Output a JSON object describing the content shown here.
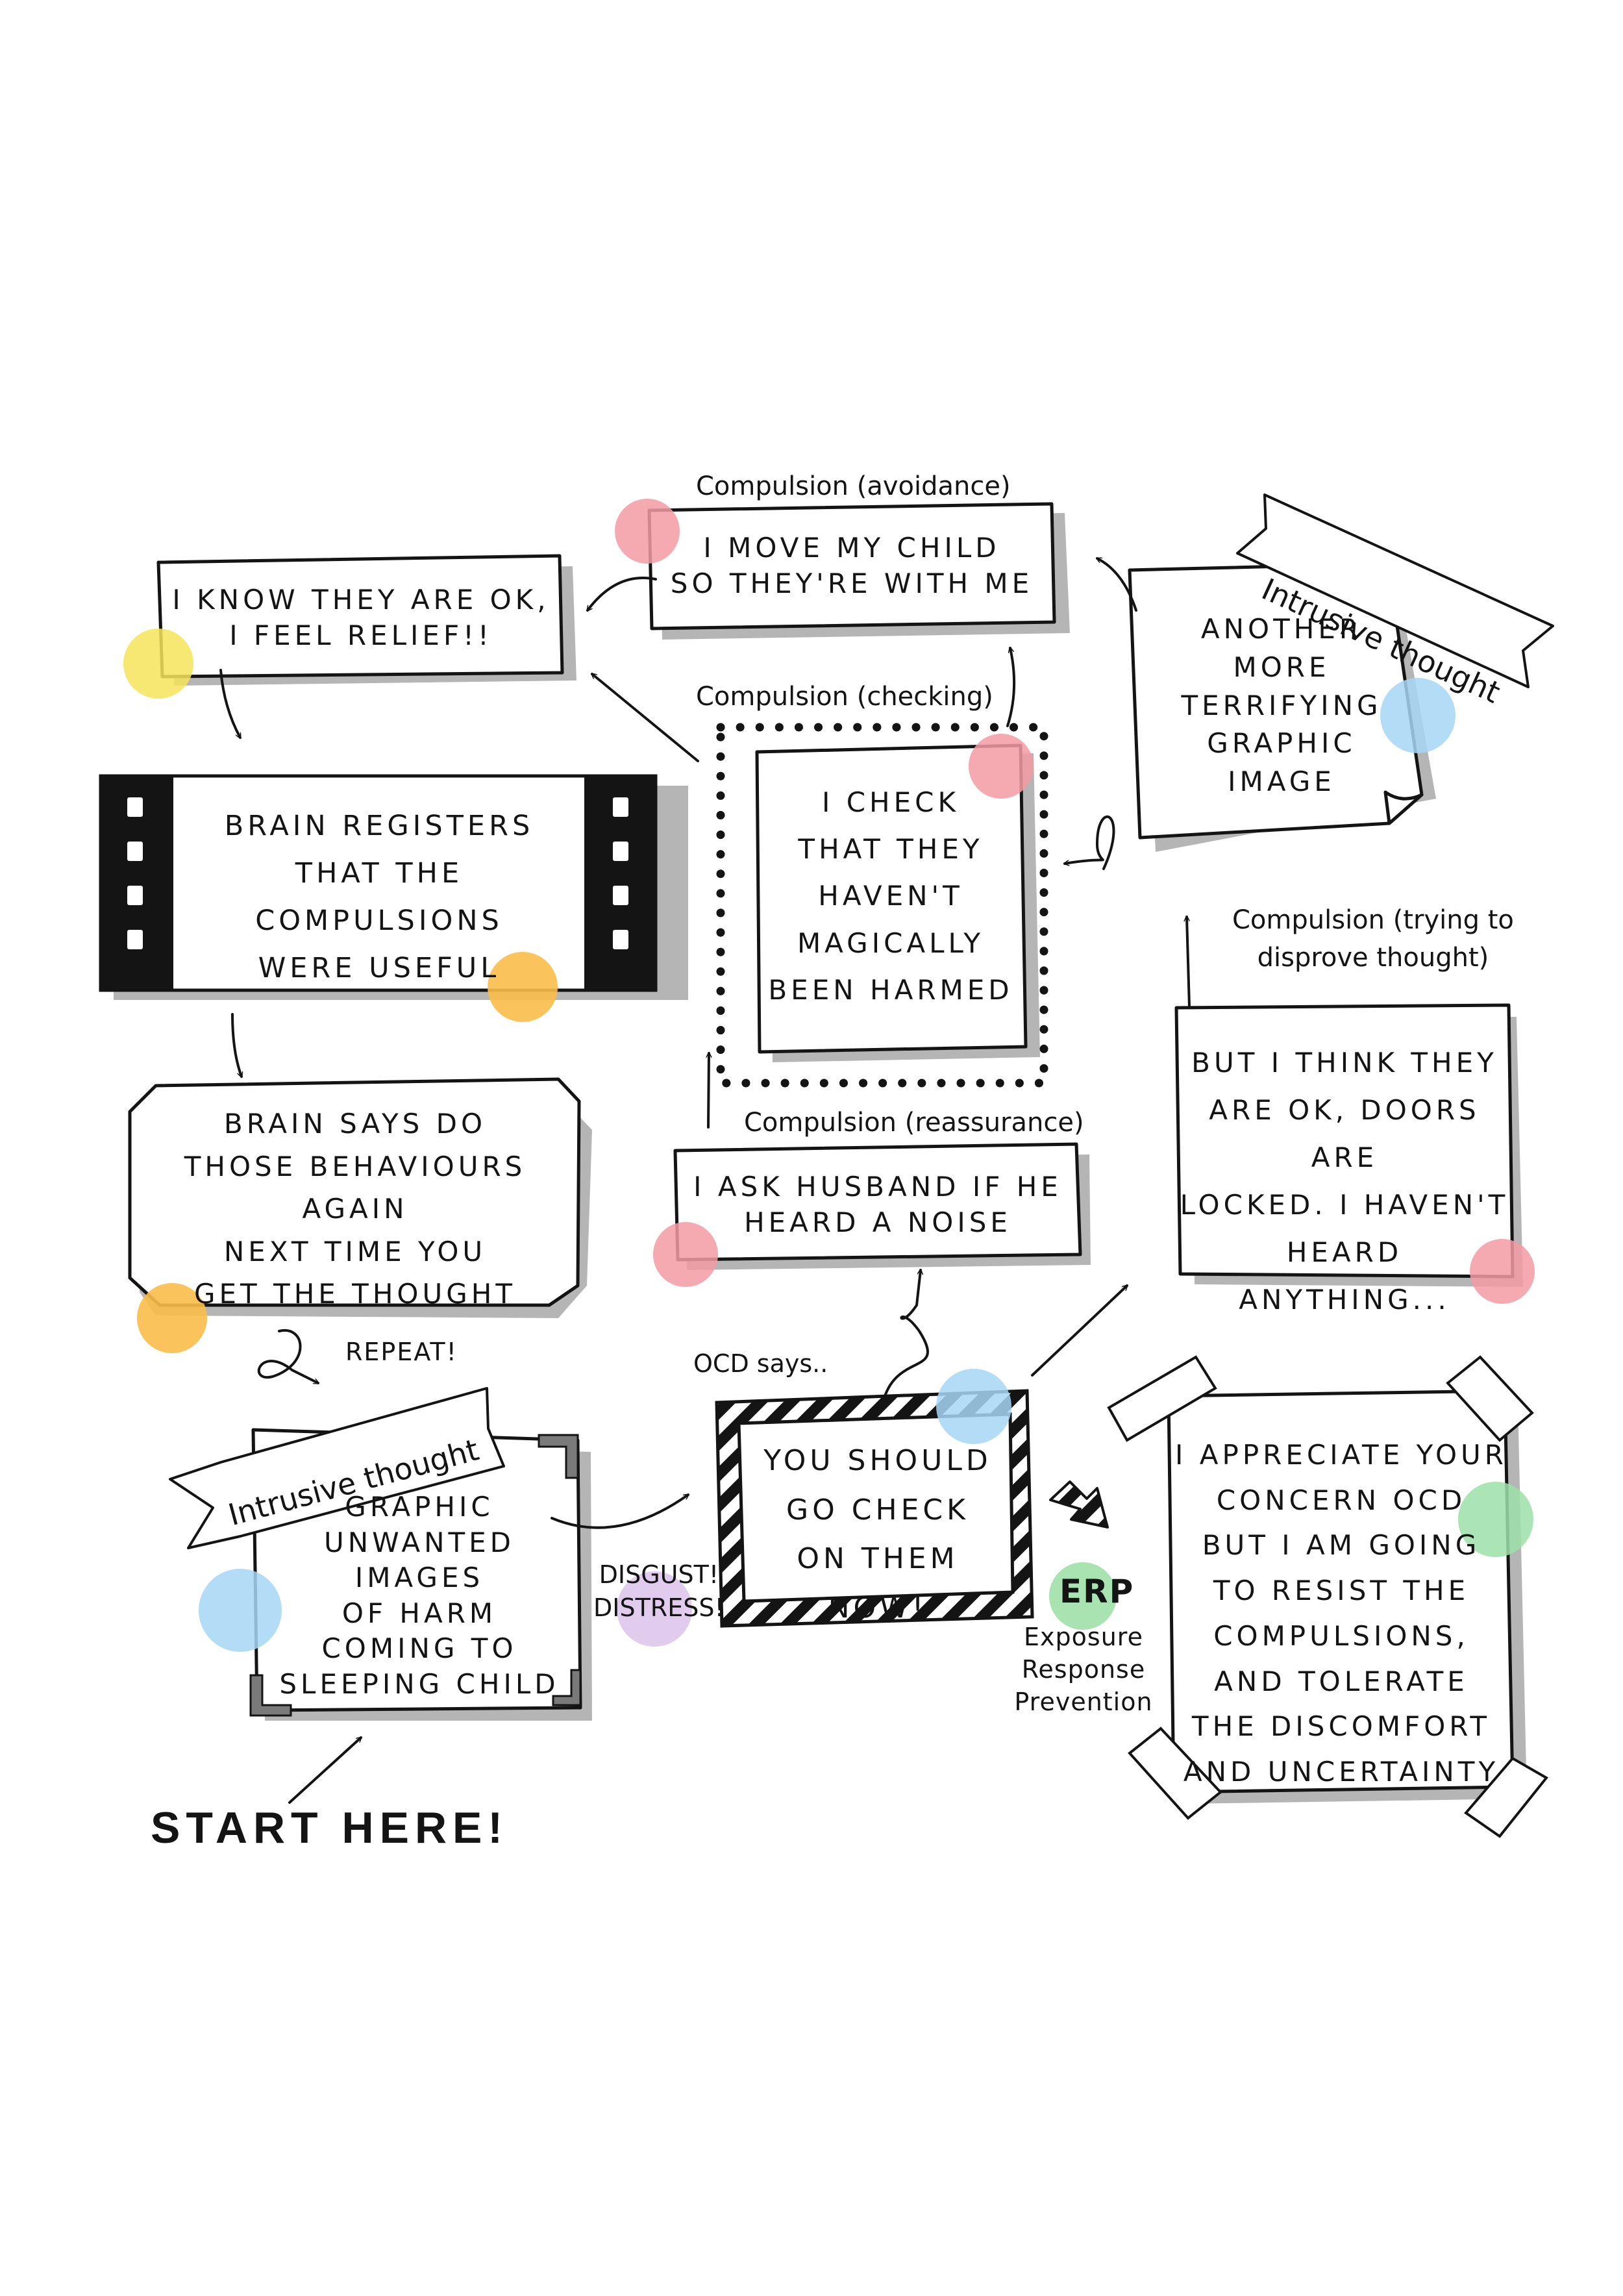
{
  "colors": {
    "pink": "#f39aa3",
    "yellow": "#f6e45a",
    "orange": "#fbbd4a",
    "blue": "#a6d6f4",
    "green": "#9ee0a8",
    "purple": "#dcc3ea",
    "ink": "#141414",
    "shadow": "#9a9a9a"
  },
  "start_label": "START HERE!",
  "repeat_label": "REPEAT!",
  "disgust_label": "DISGUST!\nDISTRESS!",
  "ocd_says_label": "OCD says..",
  "erp": {
    "abbr": "ERP",
    "full": "Exposure\nResponse\nPrevention"
  },
  "banners": {
    "intrusive_a": "Intrusive thought",
    "intrusive_b": "Intrusive thought"
  },
  "labels": {
    "avoidance": "Compulsion (avoidance)",
    "checking": "Compulsion (checking)",
    "reassurance": "Compulsion (reassurance)",
    "disprove": "Compulsion (trying to\ndisprove thought)"
  },
  "boxes": {
    "relief": "I know they are ok,\nI feel relief!!",
    "move_child": "I move my child\nso they're with me",
    "another_image": "Another\nmore\nterrifying\ngraphic\nimage",
    "registers": "Brain registers\nthat the compulsions\nwere useful",
    "check": "I check\nthat they\nhaven't\nmagically\nbeen harmed",
    "think_ok": "But I think they\nare ok, doors are\nlocked. I haven't\nheard anything...",
    "brain_says": "Brain says do\nthose behaviours again\nnext time you\nget the thought",
    "ask_husband": "I ask husband if he\nheard a noise",
    "graphic": "Graphic\nunwanted images\nof harm\ncoming to\nsleeping child",
    "you_should": "You should\ngo check\non them now!",
    "appreciate": "I appreciate your\nconcern OCD\nbut I am going\nto resist the\ncompulsions,\nand tolerate\nthe discomfort\nand uncertainty"
  }
}
